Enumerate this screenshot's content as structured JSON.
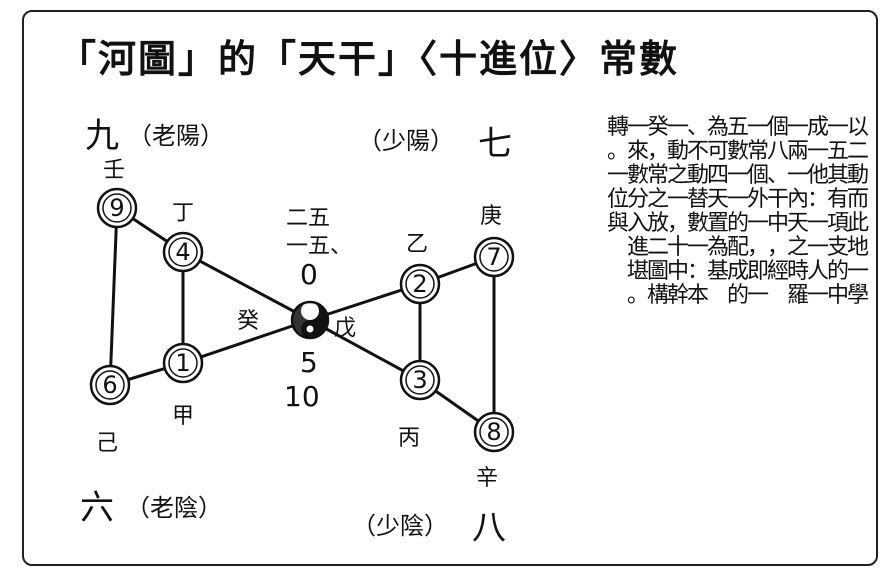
{
  "title": "「河圖」的「天干」〈十進位〉常數",
  "labels": {
    "nine": "九",
    "nine_note": "（老陽）",
    "seven_note": "（少陽）",
    "seven": "七",
    "six": "六",
    "six_note": "（老陰）",
    "eight_note": "（少陰）",
    "eight": "八",
    "ren": "壬",
    "ding": "丁",
    "gui": "癸",
    "wu": "戊",
    "yi": "乙",
    "geng": "庚",
    "jia": "甲",
    "ji": "己",
    "bing": "丙",
    "xin": "辛",
    "center_top": "二五",
    "center_top2": "一五、",
    "zero": "0",
    "five": "5",
    "ten": "10"
  },
  "nodes": [
    "9",
    "4",
    "6",
    "1",
    "2",
    "7",
    "3",
    "8"
  ],
  "side_text_columns": [
    "以二動而此地一學",
    "一五其有項支的中",
    "成一他：一一人一",
    "一兩一內天之時羅",
    "個八、干中，經",
    "一常個外一，即一",
    "五數一一的配成的",
    "為可四天置為基",
    "、不動替數一：本",
    "一動之一，十中幹",
    "癸，常之放二圖構",
    "一來數分入進堪。",
    "轉。一位與"
  ]
}
